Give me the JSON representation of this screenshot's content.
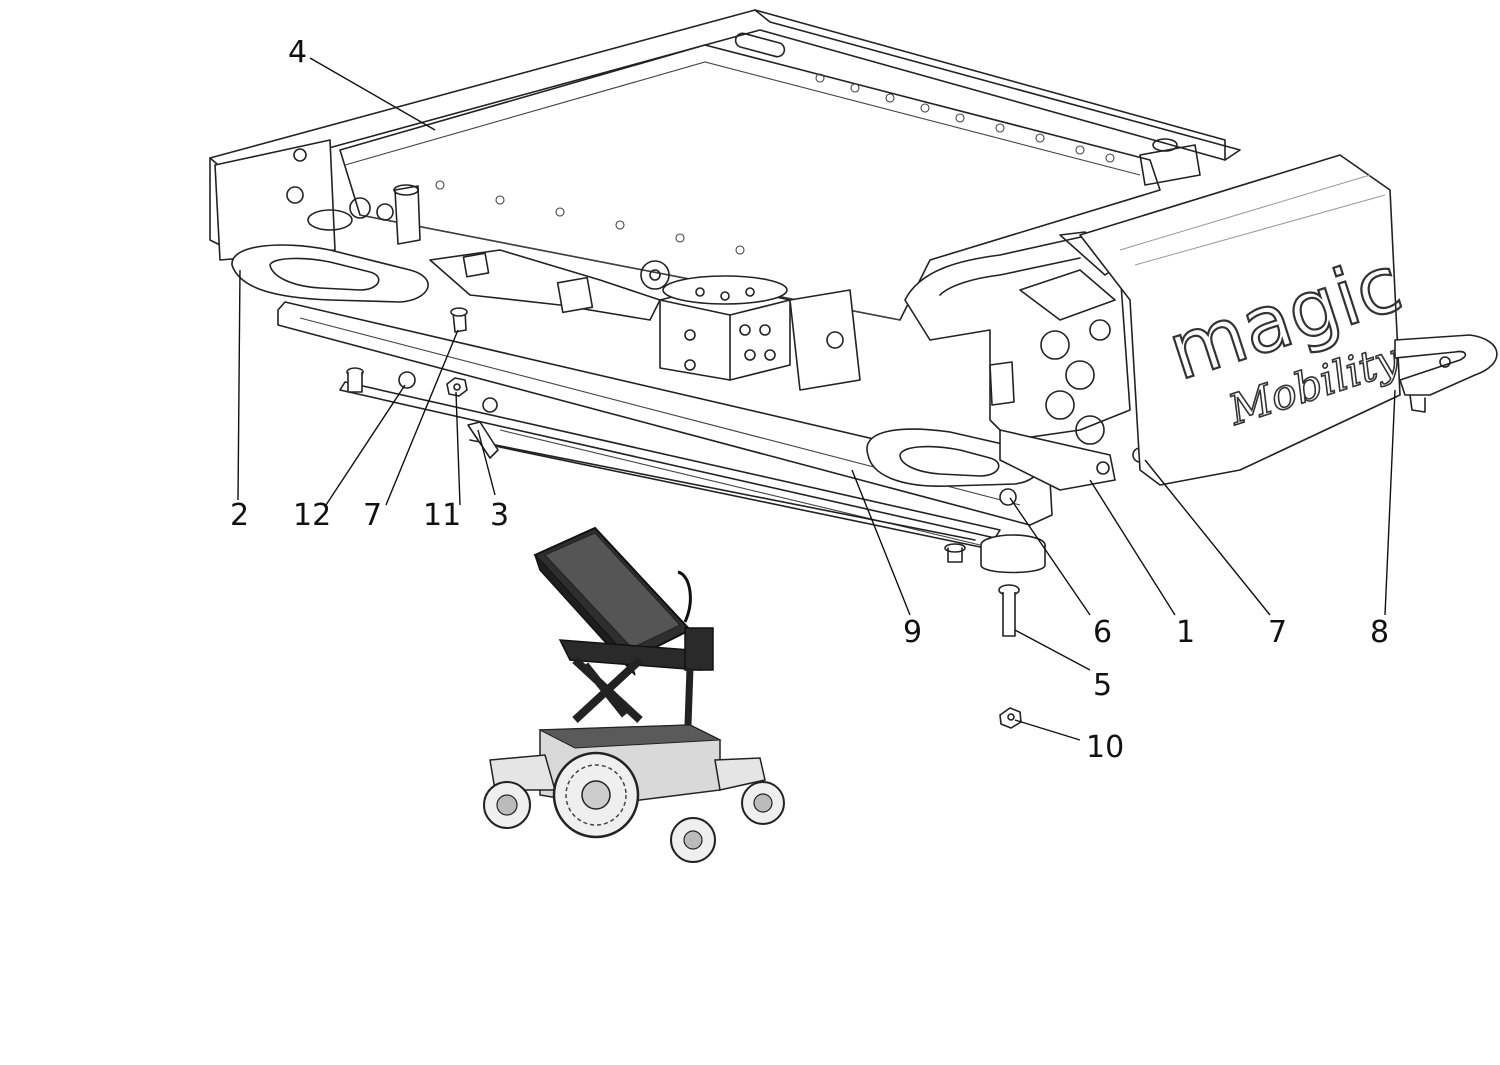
{
  "brand": {
    "logo_main": "magic",
    "logo_sub": "Mobility"
  },
  "callouts": [
    {
      "id": "c4",
      "label": "4"
    },
    {
      "id": "c2",
      "label": "2"
    },
    {
      "id": "c12",
      "label": "12"
    },
    {
      "id": "c7a",
      "label": "7"
    },
    {
      "id": "c11",
      "label": "11"
    },
    {
      "id": "c3",
      "label": "3"
    },
    {
      "id": "c9",
      "label": "9"
    },
    {
      "id": "c6",
      "label": "6"
    },
    {
      "id": "c1",
      "label": "1"
    },
    {
      "id": "c7b",
      "label": "7"
    },
    {
      "id": "c8",
      "label": "8"
    },
    {
      "id": "c5",
      "label": "5"
    },
    {
      "id": "c10",
      "label": "10"
    }
  ],
  "colors": {
    "line": "#222222",
    "background": "#ffffff",
    "wheelchair_dark": "#2a2a2a"
  }
}
